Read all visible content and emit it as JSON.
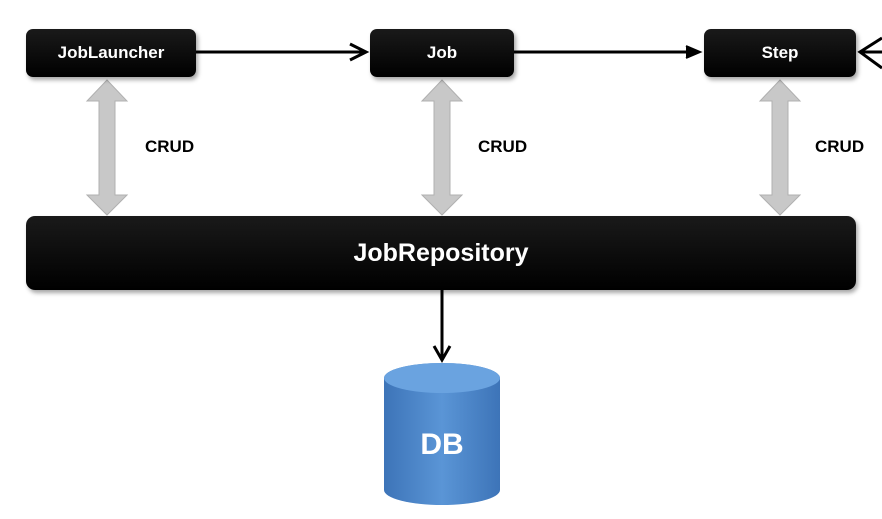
{
  "nodes": {
    "job_launcher": "JobLauncher",
    "job": "Job",
    "step": "Step",
    "job_repository": "JobRepository",
    "db": "DB"
  },
  "edge_labels": {
    "launcher_repo": "CRUD",
    "job_repo": "CRUD",
    "step_repo": "CRUD"
  },
  "colors": {
    "box": "#000000",
    "box_text": "#ffffff",
    "double_arrow": "#c8c8c8",
    "db_fill": "#4a84c8"
  }
}
